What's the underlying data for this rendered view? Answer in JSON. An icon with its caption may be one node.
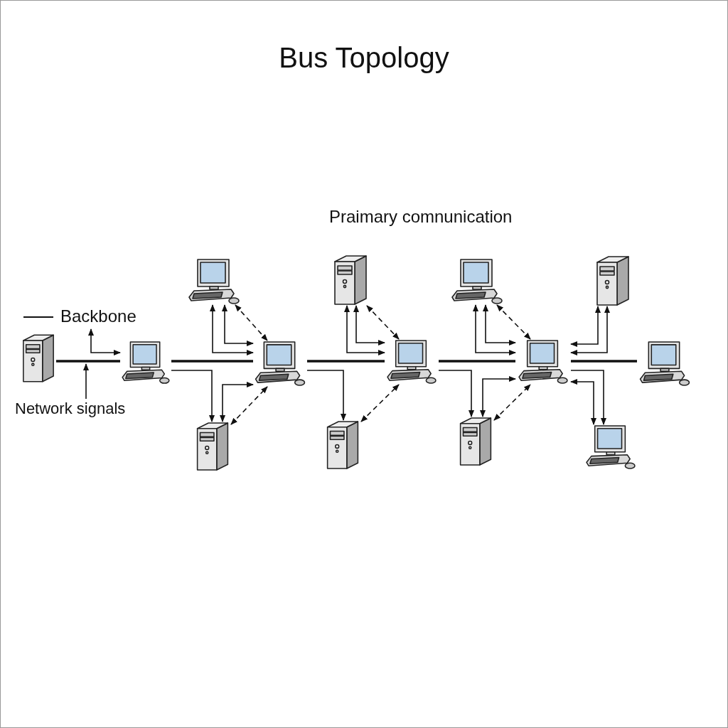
{
  "diagram": {
    "title": "Bus Topology",
    "nodes": [
      {
        "text": [],
        "shape": "picture"
      },
      {
        "text": [],
        "shape": "picture"
      },
      {
        "text": [],
        "shape": "picture"
      },
      {
        "text": [],
        "shape": "picture"
      },
      {
        "text": [],
        "shape": "picture"
      },
      {
        "text": [],
        "shape": "picture"
      },
      {
        "text": [],
        "shape": "picture"
      },
      {
        "text": [],
        "shape": "picture"
      },
      {
        "text": [],
        "shape": "picture"
      },
      {
        "text": [],
        "shape": "picture"
      },
      {
        "text": [],
        "shape": "picture"
      },
      {
        "text": [],
        "shape": "picture"
      },
      {
        "text": [],
        "shape": "picture"
      },
      {
        "text": [],
        "shape": "picture"
      },
      {
        "text": [
          "Network signals"
        ]
      }
    ],
    "edges": [
      {
        "from": 0,
        "to": 1,
        "arrow": "none",
        "style": "thick"
      },
      {
        "from": 1,
        "to": 4,
        "arrow": "none",
        "style": "thick"
      },
      {
        "from": 4,
        "to": 7,
        "arrow": "none",
        "style": "thick"
      },
      {
        "from": 7,
        "to": 10,
        "arrow": "none",
        "style": "thick"
      },
      {
        "from": 10,
        "to": 12,
        "arrow": "none",
        "style": "thick"
      },
      {
        "from": null,
        "to": 1,
        "arrow": "both"
      },
      {
        "from": 14,
        "to": null,
        "arrow": "to"
      },
      {
        "from": 2,
        "to": 4,
        "arrow": "both"
      },
      {
        "from": 2,
        "to": 4,
        "arrow": "both"
      },
      {
        "from": 2,
        "to": 4,
        "arrow": "both",
        "style": "dashed"
      },
      {
        "from": 1,
        "to": 3,
        "arrow": "to"
      },
      {
        "from": 3,
        "to": 4,
        "arrow": "both"
      },
      {
        "from": 3,
        "to": 4,
        "arrow": "both",
        "style": "dashed"
      },
      {
        "from": 5,
        "to": 7,
        "arrow": "both"
      },
      {
        "from": 5,
        "to": 7,
        "arrow": "both"
      },
      {
        "from": 5,
        "to": 7,
        "arrow": "both",
        "style": "dashed"
      },
      {
        "from": 4,
        "to": 6,
        "arrow": "to"
      },
      {
        "from": 6,
        "to": 7,
        "arrow": "both",
        "style": "dashed"
      },
      {
        "from": 8,
        "to": 10,
        "arrow": "both"
      },
      {
        "from": 8,
        "to": 10,
        "arrow": "both"
      },
      {
        "from": 8,
        "to": 10,
        "arrow": "both",
        "style": "dashed"
      },
      {
        "from": 11,
        "to": 10,
        "arrow": "both"
      },
      {
        "from": 11,
        "to": 10,
        "arrow": "both"
      },
      {
        "from": 7,
        "to": 9,
        "arrow": "to"
      },
      {
        "from": 9,
        "to": 10,
        "arrow": "both"
      },
      {
        "from": 9,
        "to": 10,
        "arrow": "both",
        "style": "dashed"
      },
      {
        "from": 10,
        "to": 13,
        "arrow": "to"
      },
      {
        "from": 10,
        "to": 13,
        "arrow": "both"
      }
    ],
    "labels": [
      "Praimary comnunication"
    ],
    "legend": [
      {
        "text": "Backbone"
      }
    ]
  }
}
